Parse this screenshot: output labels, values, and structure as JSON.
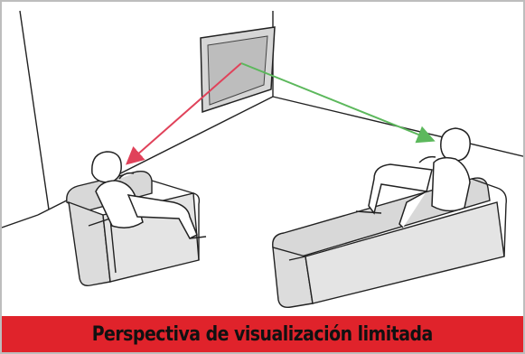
{
  "caption": "Perspectiva de visualización limitada",
  "colors": {
    "caption_bar": "#e0232b",
    "left_arrow": "#e0425a",
    "right_arrow": "#5cb85c",
    "sofa": "#dcdcdc",
    "line": "#222222"
  },
  "icons": [
    "tv-screen",
    "armchair",
    "sofa",
    "person-left",
    "person-right",
    "red-arrow",
    "green-arrow"
  ]
}
